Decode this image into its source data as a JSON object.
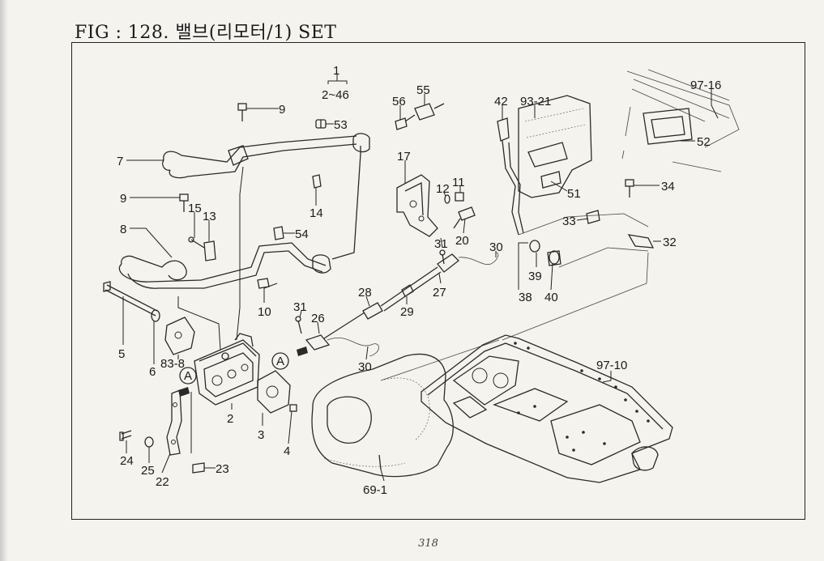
{
  "header": {
    "title": "FIG : 128. 밸브(리모터/1) SET"
  },
  "footer": {
    "page_number": "318"
  },
  "diagram": {
    "callouts": {
      "c1": "1",
      "c2_46": "2~46",
      "c2": "2",
      "c3": "3",
      "c4": "4",
      "c5": "5",
      "c6": "6",
      "c7": "7",
      "c8": "8",
      "c9a": "9",
      "c9b": "9",
      "c10": "10",
      "c11": "11",
      "c12": "12",
      "c13": "13",
      "c14": "14",
      "c15": "15",
      "c17": "17",
      "c20": "20",
      "c22": "22",
      "c23": "23",
      "c24": "24",
      "c25": "25",
      "c26": "26",
      "c27": "27",
      "c28": "28",
      "c29": "29",
      "c30a": "30",
      "c30b": "30",
      "c31a": "31",
      "c31b": "31",
      "c32": "32",
      "c33": "33",
      "c34": "34",
      "c38": "38",
      "c39": "39",
      "c40": "40",
      "c42": "42",
      "c51": "51",
      "c52": "52",
      "c53": "53",
      "c54": "54",
      "c55": "55",
      "c56": "56",
      "c83_8": "83-8",
      "c69_1": "69-1",
      "c93_21": "93-21",
      "c97_10": "97-10",
      "c97_16": "97-16"
    },
    "view_markers": {
      "a1": "A",
      "a2": "A"
    }
  }
}
